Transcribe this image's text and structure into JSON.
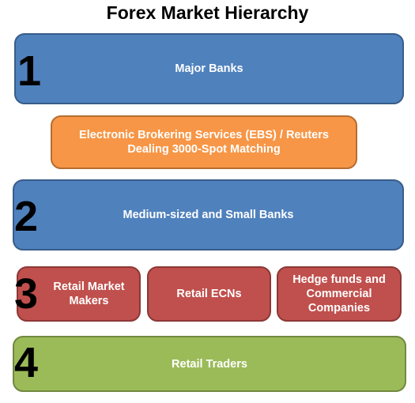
{
  "title": "Forex Market Hierarchy",
  "tiers": {
    "t1": {
      "number": "1",
      "label": "Major Banks",
      "color": "#4f81bd"
    },
    "link": {
      "line1": "Electronic Brokering Services (EBS) / Reuters",
      "line2": "Dealing 3000-Spot Matching",
      "color": "#f79646"
    },
    "t2": {
      "number": "2",
      "label": "Medium-sized and Small Banks",
      "color": "#4f81bd"
    },
    "t3": {
      "number": "3",
      "color": "#c0504d",
      "boxes": [
        {
          "line1": "Retail Market",
          "line2": "Makers"
        },
        {
          "line1": "Retail ECNs"
        },
        {
          "line1": "Hedge funds and",
          "line2": "Commercial",
          "line3": "Companies"
        }
      ]
    },
    "t4": {
      "number": "4",
      "label": "Retail Traders",
      "color": "#9bbb59"
    }
  }
}
